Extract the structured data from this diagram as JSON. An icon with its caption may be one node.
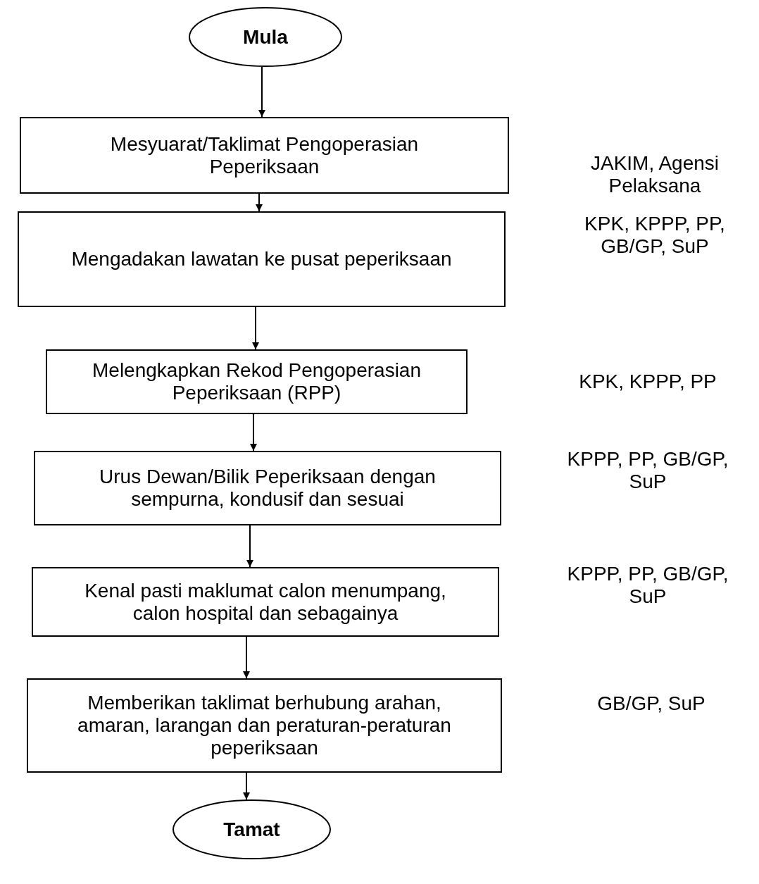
{
  "diagram": {
    "nodes": [
      {
        "text": [
          "Mula"
        ]
      },
      {
        "text": [
          "Mesyuarat/Taklimat Pengoperasian Peperiksaan"
        ]
      },
      {
        "text": [
          "Mengadakan lawatan ke pusat peperiksaan"
        ]
      },
      {
        "text": [
          "Melengkapkan Rekod Pengoperasian Peperiksaan (RPP)"
        ]
      },
      {
        "text": [
          "Urus Dewan/Bilik Peperiksaan dengan sempurna, kondusif dan sesuai"
        ]
      },
      {
        "text": [
          "Kenal pasti maklumat calon menumpang, calon hospital dan sebagainya"
        ]
      },
      {
        "text": [
          "Memberikan taklimat berhubung arahan, amaran, larangan dan peraturan-peraturan peperiksaan"
        ]
      },
      {
        "text": [
          "Tamat"
        ]
      }
    ],
    "edges": [
      {
        "from": 0,
        "to": 1,
        "arrow": "to"
      },
      {
        "from": 1,
        "to": 2,
        "arrow": "to"
      },
      {
        "from": 2,
        "to": 3,
        "arrow": "to"
      },
      {
        "from": 3,
        "to": 4,
        "arrow": "to"
      },
      {
        "from": 4,
        "to": 5,
        "arrow": "to"
      },
      {
        "from": 5,
        "to": 6,
        "arrow": "to"
      },
      {
        "from": 6,
        "to": 7,
        "arrow": "to"
      }
    ],
    "labels": [
      "JAKIM, Agensi Pelaksana",
      "KPK, KPPP, PP, GB/GP, SuP",
      "KPK, KPPP, PP",
      "KPPP, PP, GB/GP, SuP",
      "KPPP, PP, GB/GP, SuP",
      "GB/GP, SuP"
    ]
  }
}
